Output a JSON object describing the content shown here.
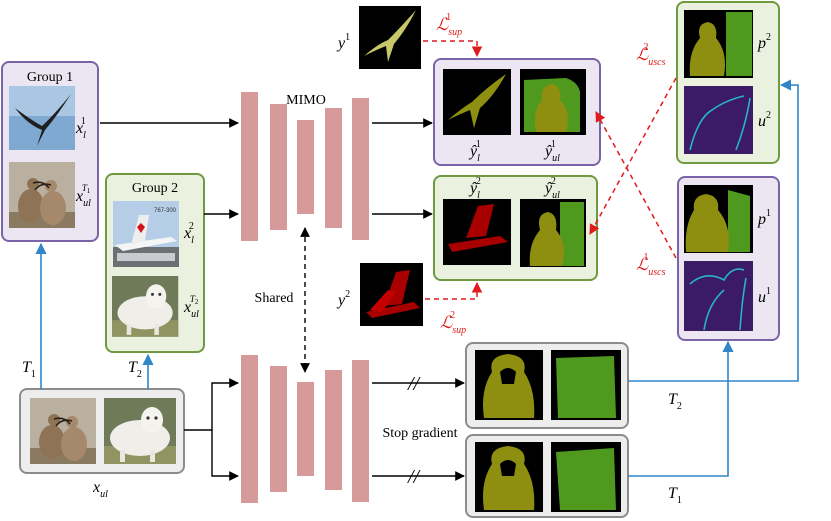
{
  "colors": {
    "purple": "#7a64a8",
    "purple_fill": "#ece6f3",
    "green": "#6f9a3f",
    "green_fill": "#ebf1df",
    "gray": "#8c8c8c",
    "gray_fill": "#ededed",
    "bar": "#d79a9a",
    "blue": "#2f86c8",
    "red": "#e01b1b",
    "olive": "#8e8f10",
    "seg_green": "#4f9a1e",
    "bird_yellow": "#c8c86a",
    "plane_red": "#a80000",
    "uncert_bg": "#3b1a66",
    "uncert_line": "#27b3c9"
  },
  "labels": {
    "group1": "Group 1",
    "group2": "Group 2",
    "mimo": "MIMO",
    "shared": "Shared",
    "stop_gradient": "Stop gradient",
    "break_mark": "//",
    "x_l1_base": "x",
    "x_l1_sub": "l",
    "x_l1_sup": "1",
    "x_ul1_base": "x",
    "x_ul1_sub": "ul",
    "x_ul1_sup": "T",
    "x_ul1_supsub": "1",
    "x_l2_base": "x",
    "x_l2_sub": "l",
    "x_l2_sup": "2",
    "x_ul2_base": "x",
    "x_ul2_sub": "ul",
    "x_ul2_sup": "T",
    "x_ul2_supsub": "2",
    "x_ul_base": "x",
    "x_ul_sub": "ul",
    "y1_base": "y",
    "y1_sup": "1",
    "y2_base": "y",
    "y2_sup": "2",
    "yhat_l1_base": "ŷ",
    "yhat_l1_sub": "l",
    "yhat_l1_sup": "1",
    "yhat_ul1_base": "ŷ",
    "yhat_ul1_sub": "ul",
    "yhat_ul1_sup": "1",
    "yhat_l2_base": "ŷ",
    "yhat_l2_sub": "l",
    "yhat_l2_sup": "2",
    "yhat_ul2_base": "ŷ",
    "yhat_ul2_sub": "ul",
    "yhat_ul2_sup": "2",
    "l_sup1_base": "ℒ",
    "l_sup1_sub": "sup",
    "l_sup1_sup": "1",
    "l_sup2_base": "ℒ",
    "l_sup2_sub": "sup",
    "l_sup2_sup": "2",
    "l_uscs2_base": "ℒ",
    "l_uscs2_sub": "uscs",
    "l_uscs2_sup": "2",
    "l_uscs1_base": "ℒ",
    "l_uscs1_sub": "uscs",
    "l_uscs1_sup": "1",
    "p2_base": "p",
    "p2_sup": "2",
    "u2_base": "u",
    "u2_sup": "2",
    "p1_base": "p",
    "p1_sup": "1",
    "u1_base": "u",
    "u1_sup": "1",
    "T1_base": "T",
    "T1_sub": "1",
    "T2_base": "T",
    "T2_sub": "2",
    "T2r_base": "T",
    "T2r_sub": "2",
    "T1r_base": "T",
    "T1r_sub": "1",
    "plane_tail_text": "767-300"
  },
  "icons": {
    "arrow": "arrowhead-icon",
    "bird": "frigatebird-photo",
    "plane": "airplane-photo",
    "curlews": "curlews-photo",
    "cow": "white-cow-photo"
  }
}
